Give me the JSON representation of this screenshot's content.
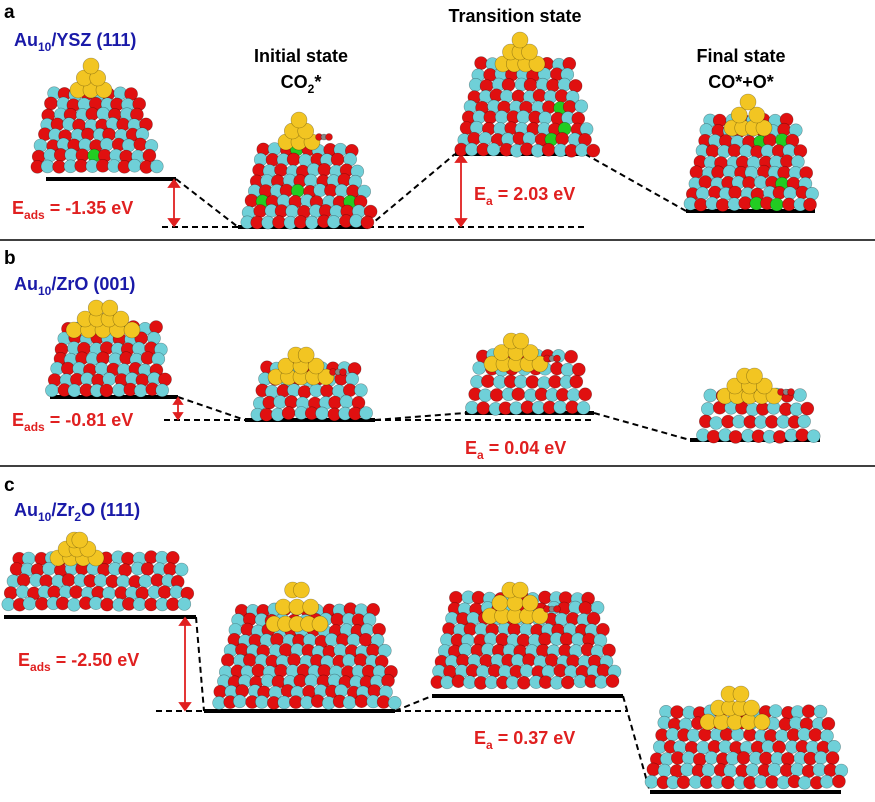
{
  "colors": {
    "oxygen": "#e01010",
    "zirconium": "#6fd0d8",
    "gold": "#f2c522",
    "yttrium": "#22cc22",
    "system_label": "#1a1aa8",
    "energy_label": "#e02020",
    "level_line": "#000000"
  },
  "state_headers": {
    "initial": {
      "title": "Initial state",
      "species_main": "CO",
      "species_sub": "2",
      "species_tail": "*"
    },
    "transition": {
      "title": "Transition state"
    },
    "final": {
      "title": "Final state",
      "species": "CO*+O*"
    }
  },
  "panels": [
    {
      "letter": "a",
      "system": {
        "main": "Au",
        "sub": "10",
        "rest": "/YSZ (111)"
      },
      "eads": {
        "main": "E",
        "sub": "ads",
        "rest": " = -1.35 eV"
      },
      "ea": {
        "main": "E",
        "sub": "a",
        "rest": " = 2.03 eV"
      }
    },
    {
      "letter": "b",
      "system": {
        "main": "Au",
        "sub": "10",
        "rest": "/ZrO (001)"
      },
      "eads": {
        "main": "E",
        "sub": "ads",
        "rest": " = -0.81 eV"
      },
      "ea": {
        "main": "E",
        "sub": "a",
        "rest": " = 0.04 eV"
      }
    },
    {
      "letter": "c",
      "system": {
        "main": "Au",
        "sub": "10",
        "rest": "/Zr",
        "sub2": "2",
        "rest2": "O (111)"
      },
      "eads": {
        "main": "E",
        "sub": "ads",
        "rest": " = -2.50 eV"
      },
      "ea": {
        "main": "E",
        "sub": "a",
        "rest": " = 0.37 eV"
      }
    }
  ]
}
